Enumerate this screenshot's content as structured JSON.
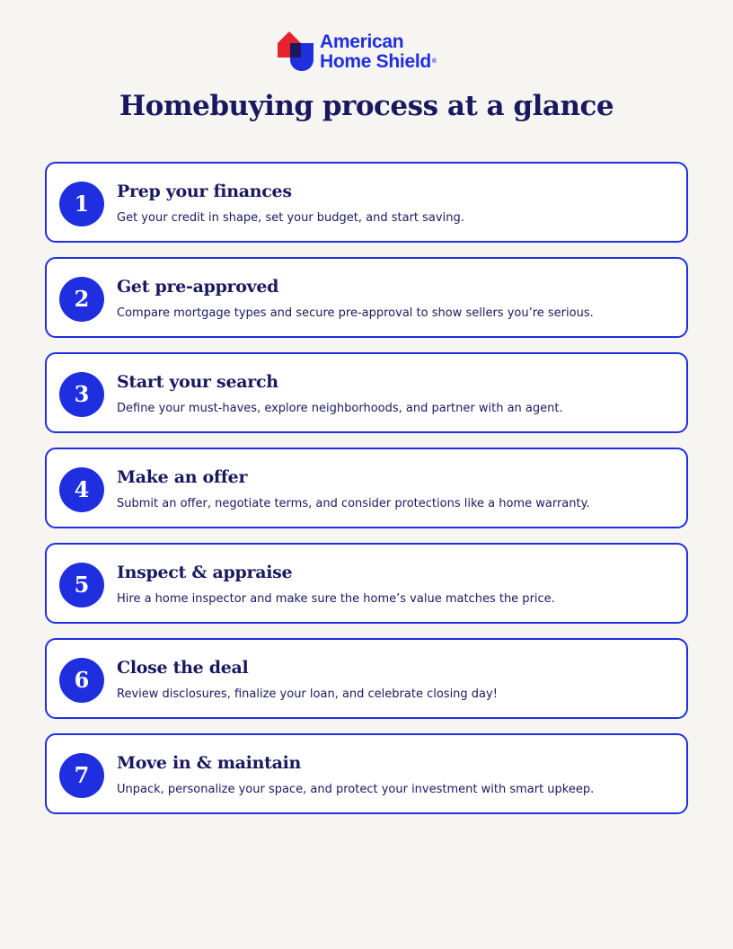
{
  "brand": {
    "line1": "American",
    "line2": "Home Shield",
    "registered": "®",
    "colors": {
      "blue": "#1f2fe0",
      "red": "#e8212e",
      "navy": "#1a1960"
    }
  },
  "title": "Homebuying process at a glance",
  "steps": [
    {
      "number": "1",
      "title": "Prep your finances",
      "description": "Get your credit in shape, set your budget, and start saving."
    },
    {
      "number": "2",
      "title": "Get pre-approved",
      "description": "Compare mortgage types and secure pre-approval to show sellers you’re serious."
    },
    {
      "number": "3",
      "title": "Start your search",
      "description": "Define your must-haves, explore neighborhoods, and partner with an agent."
    },
    {
      "number": "4",
      "title": "Make an offer",
      "description": "Submit an offer, negotiate terms, and consider protections like a home warranty."
    },
    {
      "number": "5",
      "title": "Inspect & appraise",
      "description": "Hire a home inspector and make sure the home’s value matches the price."
    },
    {
      "number": "6",
      "title": "Close the deal",
      "description": "Review disclosures, finalize your loan, and celebrate closing day!"
    },
    {
      "number": "7",
      "title": "Move in & maintain",
      "description": "Unpack, personalize your space, and protect your investment with smart upkeep."
    }
  ]
}
